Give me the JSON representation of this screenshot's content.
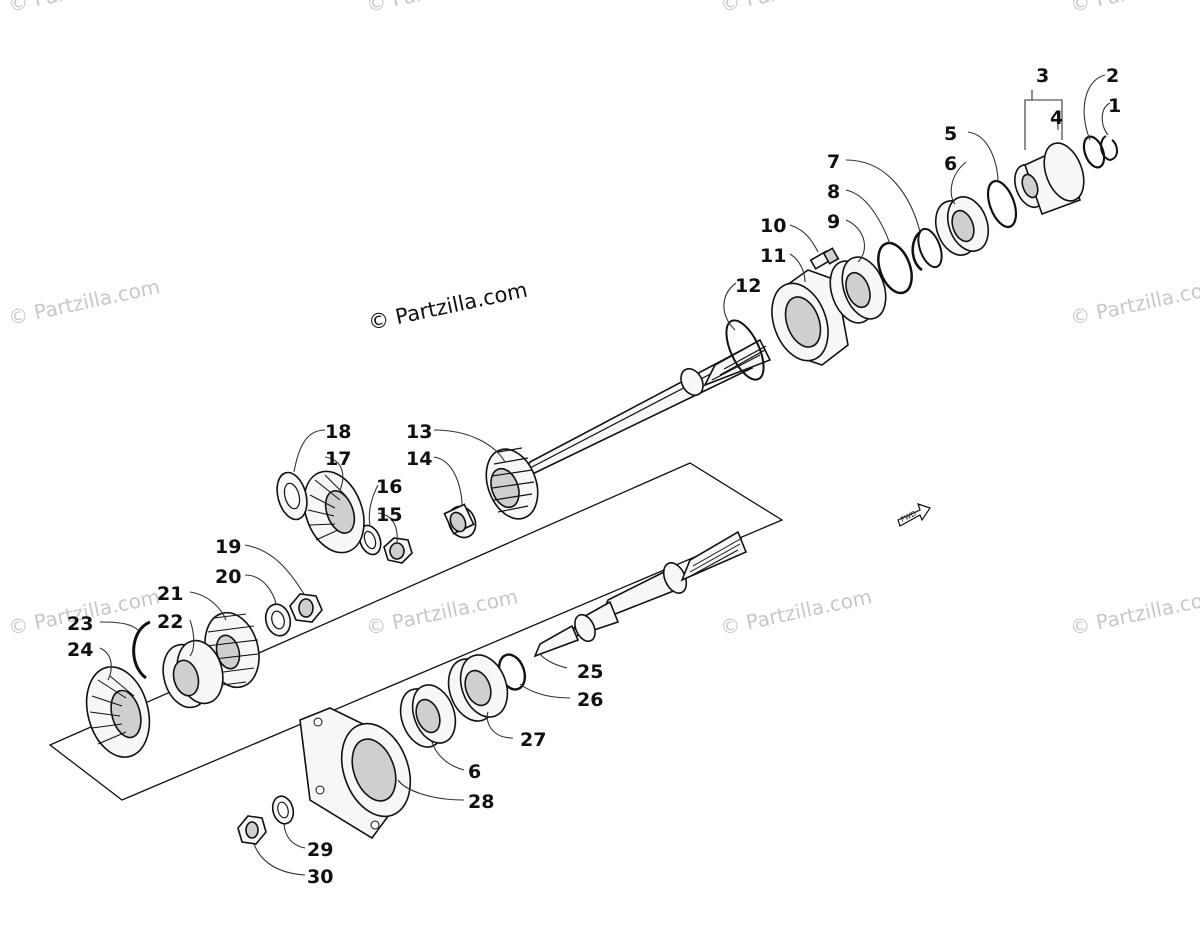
{
  "watermarks": {
    "main": "© Partzilla.com",
    "faint": "© Partzilla.com"
  },
  "fwd_label": "FWD",
  "callouts": {
    "c1": "1",
    "c2": "2",
    "c3": "3",
    "c4": "4",
    "c5": "5",
    "c6": "6",
    "c7": "7",
    "c8": "8",
    "c9": "9",
    "c10": "10",
    "c11": "11",
    "c12": "12",
    "c13": "13",
    "c14": "14",
    "c15": "15",
    "c16": "16",
    "c17": "17",
    "c18": "18",
    "c19": "19",
    "c20": "20",
    "c21": "21",
    "c22": "22",
    "c23": "23",
    "c24": "24",
    "c25": "25",
    "c26": "26",
    "c27": "27",
    "c6b": "6",
    "c28": "28",
    "c29": "29",
    "c30": "30"
  }
}
